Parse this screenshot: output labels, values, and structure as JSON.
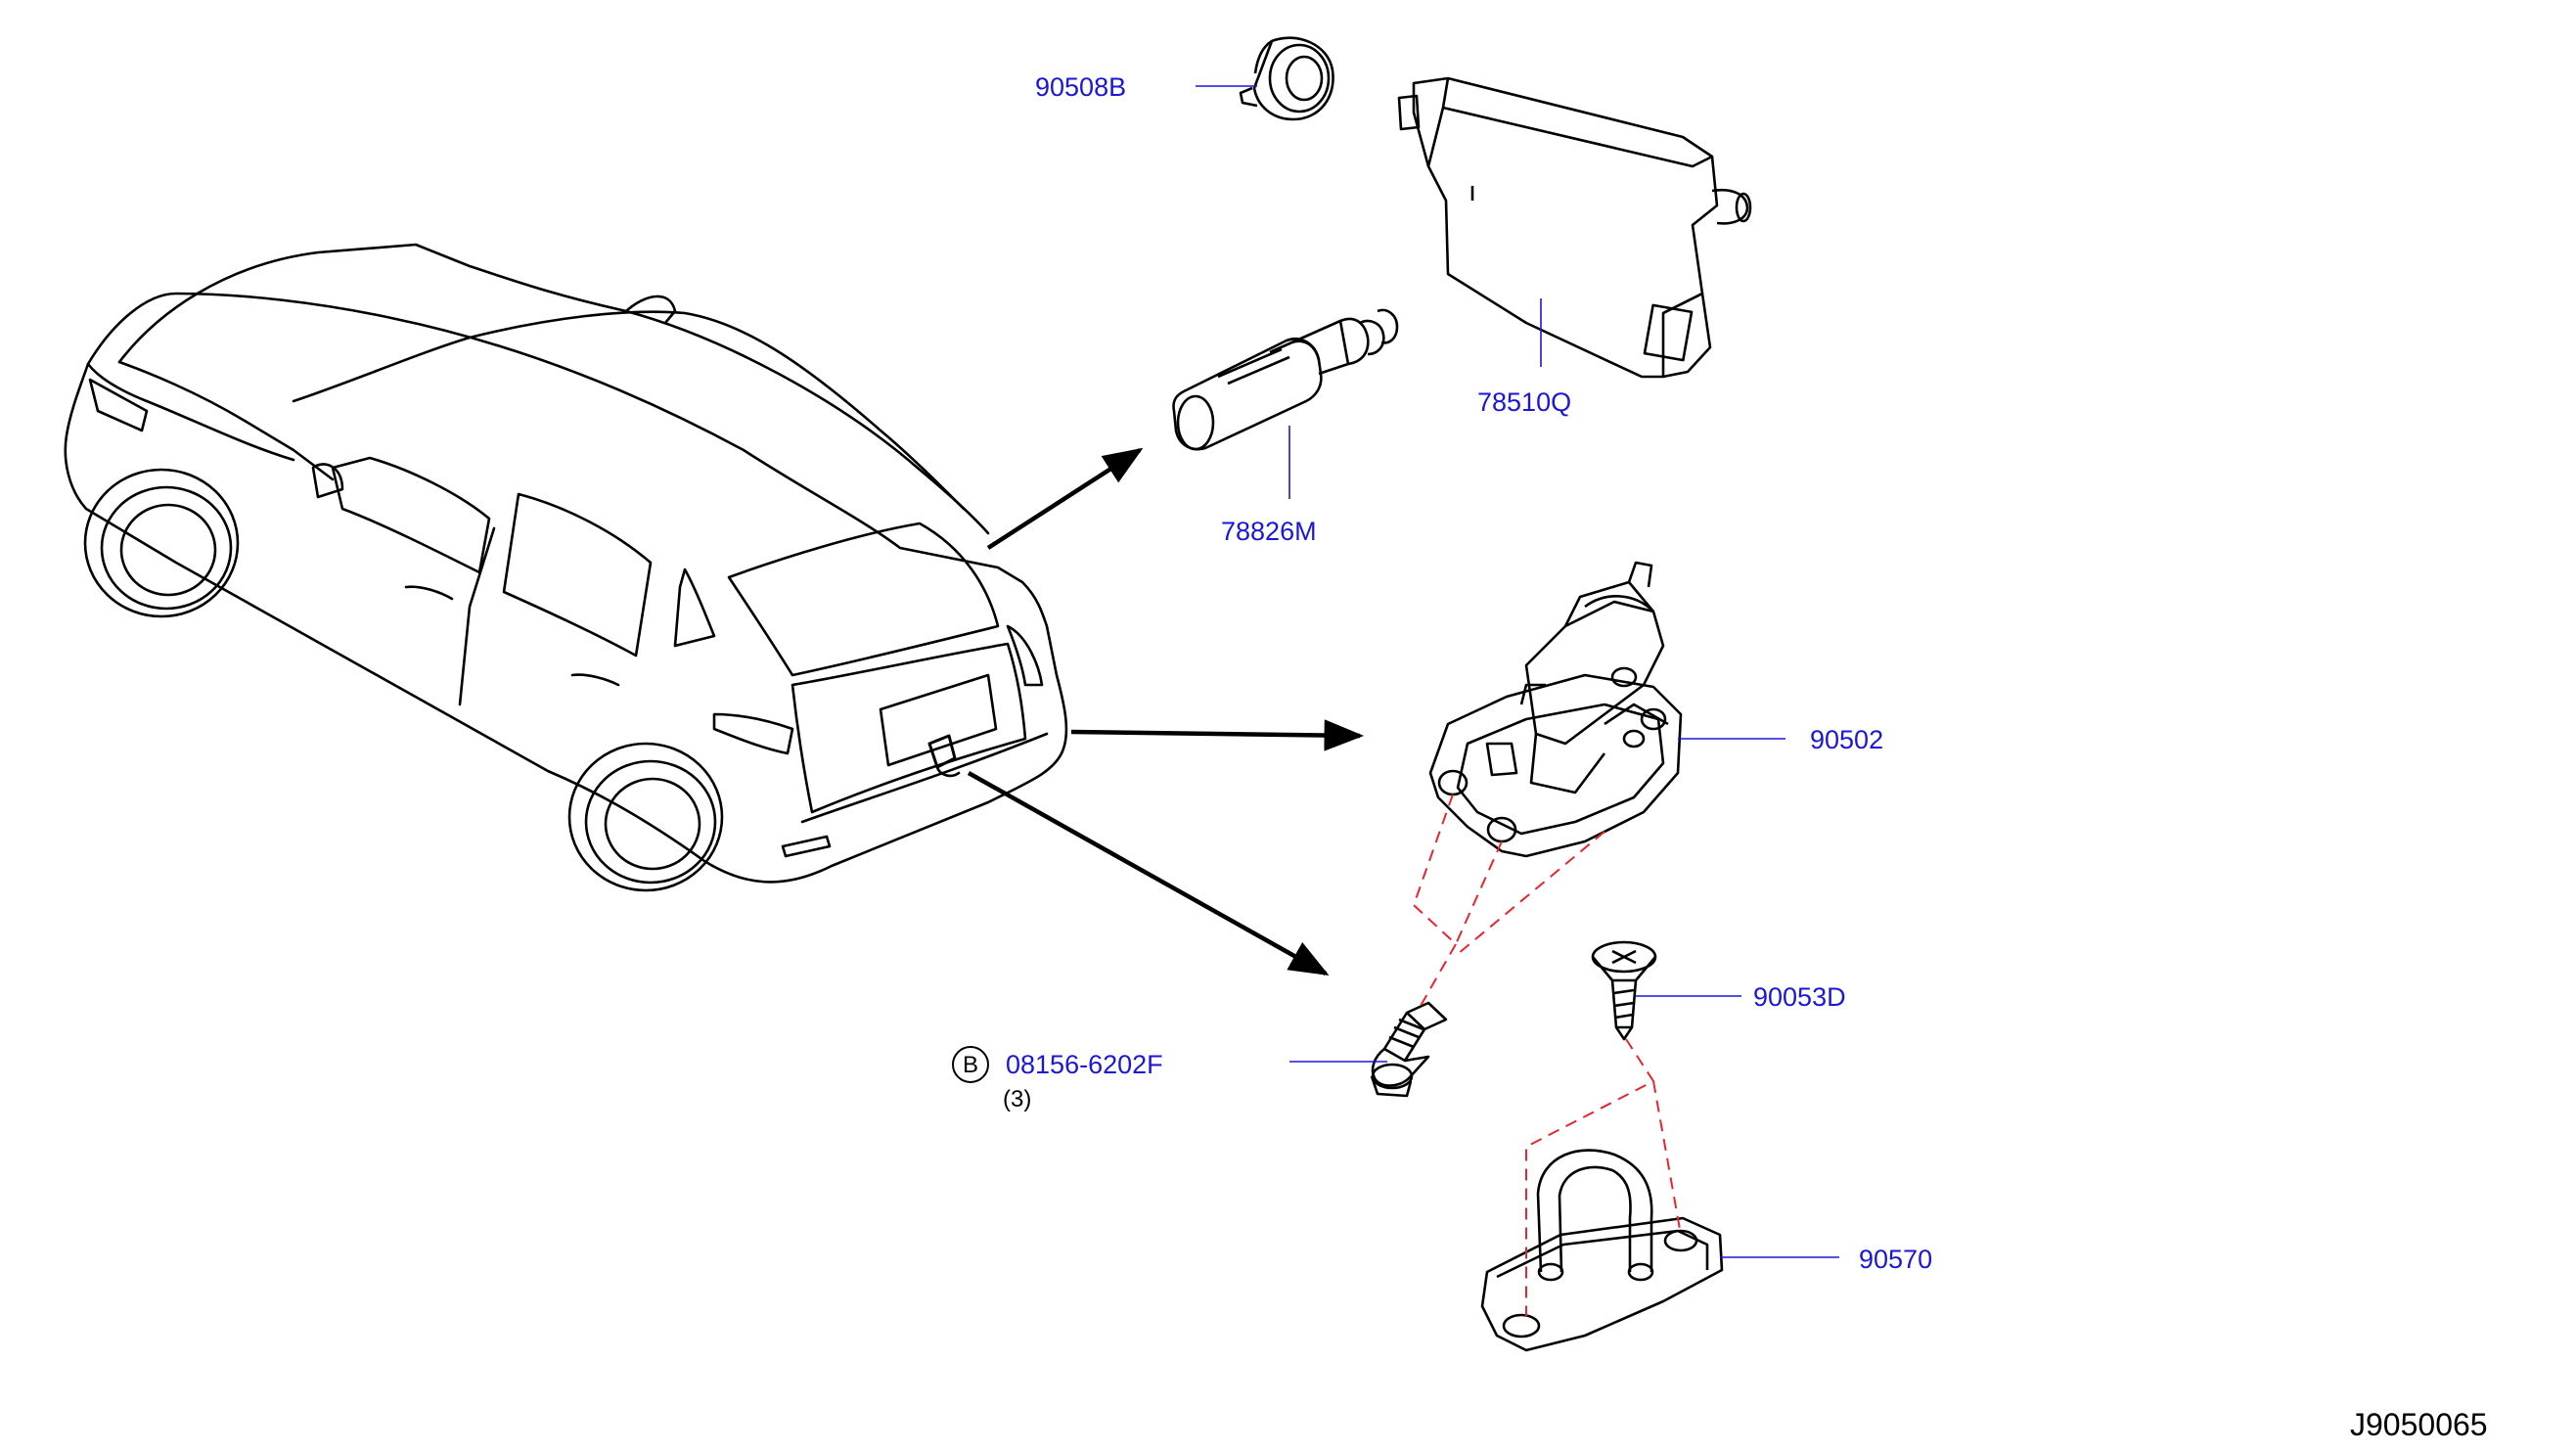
{
  "parts": [
    {
      "id": "90508B"
    },
    {
      "id": "78510Q"
    },
    {
      "id": "78826M"
    },
    {
      "id": "90502"
    },
    {
      "id": "90053D"
    },
    {
      "id": "08156-6202F",
      "ref_letter": "B",
      "quantity": "(3)"
    },
    {
      "id": "90570"
    }
  ],
  "drawing_code": "J9050065",
  "colors": {
    "label": "#1a17d9",
    "line": "#000000",
    "leader": "#1a17d9",
    "hidden": "#e8242c"
  }
}
